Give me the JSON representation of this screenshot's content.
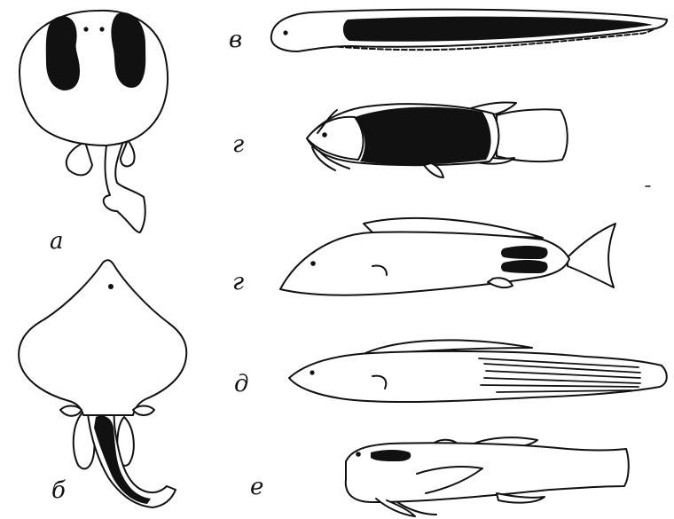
{
  "figure": {
    "ink_color": "#111111",
    "paper_color": "#ffffff",
    "panels": [
      {
        "id": "a",
        "label": "а",
        "depicts": "electric-ray-dorsal-view-with-electric-organs"
      },
      {
        "id": "b",
        "label": "б",
        "depicts": "skate-dorsal-view-with-tail-electric-organ"
      },
      {
        "id": "v",
        "label": "в",
        "depicts": "electric-eel"
      },
      {
        "id": "g1",
        "label": "г",
        "depicts": "electric-catfish"
      },
      {
        "id": "g2",
        "label": "г",
        "depicts": "elephantfish-with-caudal-electric-organ"
      },
      {
        "id": "d",
        "label": "д",
        "depicts": "knifefish-with-caudal-electric-organ"
      },
      {
        "id": "e",
        "label": "е",
        "depicts": "stargazer-with-head-electric-organ"
      }
    ]
  }
}
